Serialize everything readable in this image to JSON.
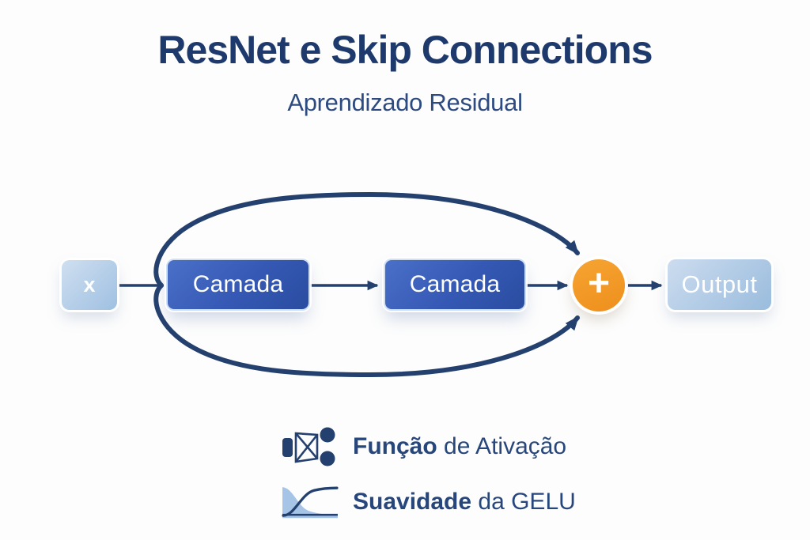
{
  "title": "ResNet e Skip Connections",
  "subtitle": "Aprendizado Residual",
  "diagram": {
    "input": {
      "label": "x"
    },
    "layers": [
      {
        "label": "Camada"
      },
      {
        "label": "Camada"
      }
    ],
    "sum": {
      "label": "+"
    },
    "output": {
      "label": "Output"
    }
  },
  "legend": {
    "items": [
      {
        "icon": "neural-network-icon",
        "label_bold": "Função",
        "label_rest": " de Ativação"
      },
      {
        "icon": "gelu-curve-icon",
        "label_bold": "Suavidade",
        "label_rest": " da GELU"
      }
    ]
  },
  "colors": {
    "bg": "#fdfdfd",
    "title_text": "#1e3a6d",
    "subtitle_text": "#2d4b80",
    "arrow": "#24406e",
    "layer_box_start": "#4a70c8",
    "layer_box_end": "#2a4da0",
    "input_box_start": "#cfdff0",
    "input_box_end": "#9fc0e2",
    "output_box_start": "#ccdcef",
    "output_box_end": "#9abcdd",
    "sum_circle": "#f6a433",
    "legend_text": "#27477c",
    "legend_curve_fill": "#a6c5e6"
  }
}
